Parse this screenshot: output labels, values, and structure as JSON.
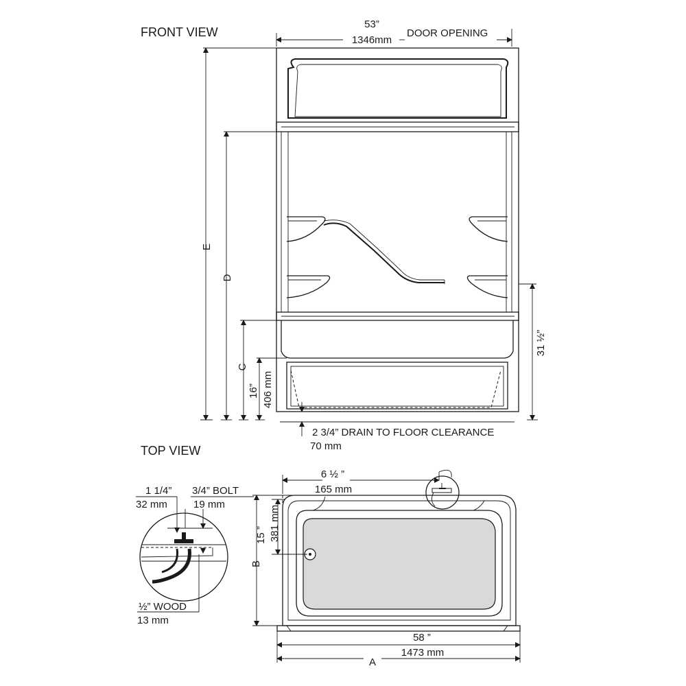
{
  "front_view": {
    "heading": "FRONT VIEW",
    "width_in": "53”",
    "width_mm": "1346mm",
    "door_opening": "DOOR OPENING",
    "label_e": "E",
    "label_d": "D",
    "label_c": "C",
    "height_in": "16”",
    "height_mm": "406 mm",
    "right_height": "31 ½”",
    "drain_clearance": "2 3/4” DRAIN TO FLOOR CLEARANCE",
    "drain_mm": "70 mm"
  },
  "top_view": {
    "heading": "TOP VIEW",
    "offset_in": "6 ½ ”",
    "offset_mm": "165 mm",
    "depth_in": "15 ”",
    "depth_mm": "381 mm",
    "label_b": "B",
    "width_in": "58 ”",
    "width_mm": "1473 mm",
    "label_a": "A"
  },
  "detail": {
    "flange_in": "1 1/4”",
    "flange_mm": "32 mm",
    "bolt_in": "3/4” BOLT",
    "bolt_mm": "19 mm",
    "wood_in": "½” WOOD",
    "wood_mm": "13 mm"
  }
}
